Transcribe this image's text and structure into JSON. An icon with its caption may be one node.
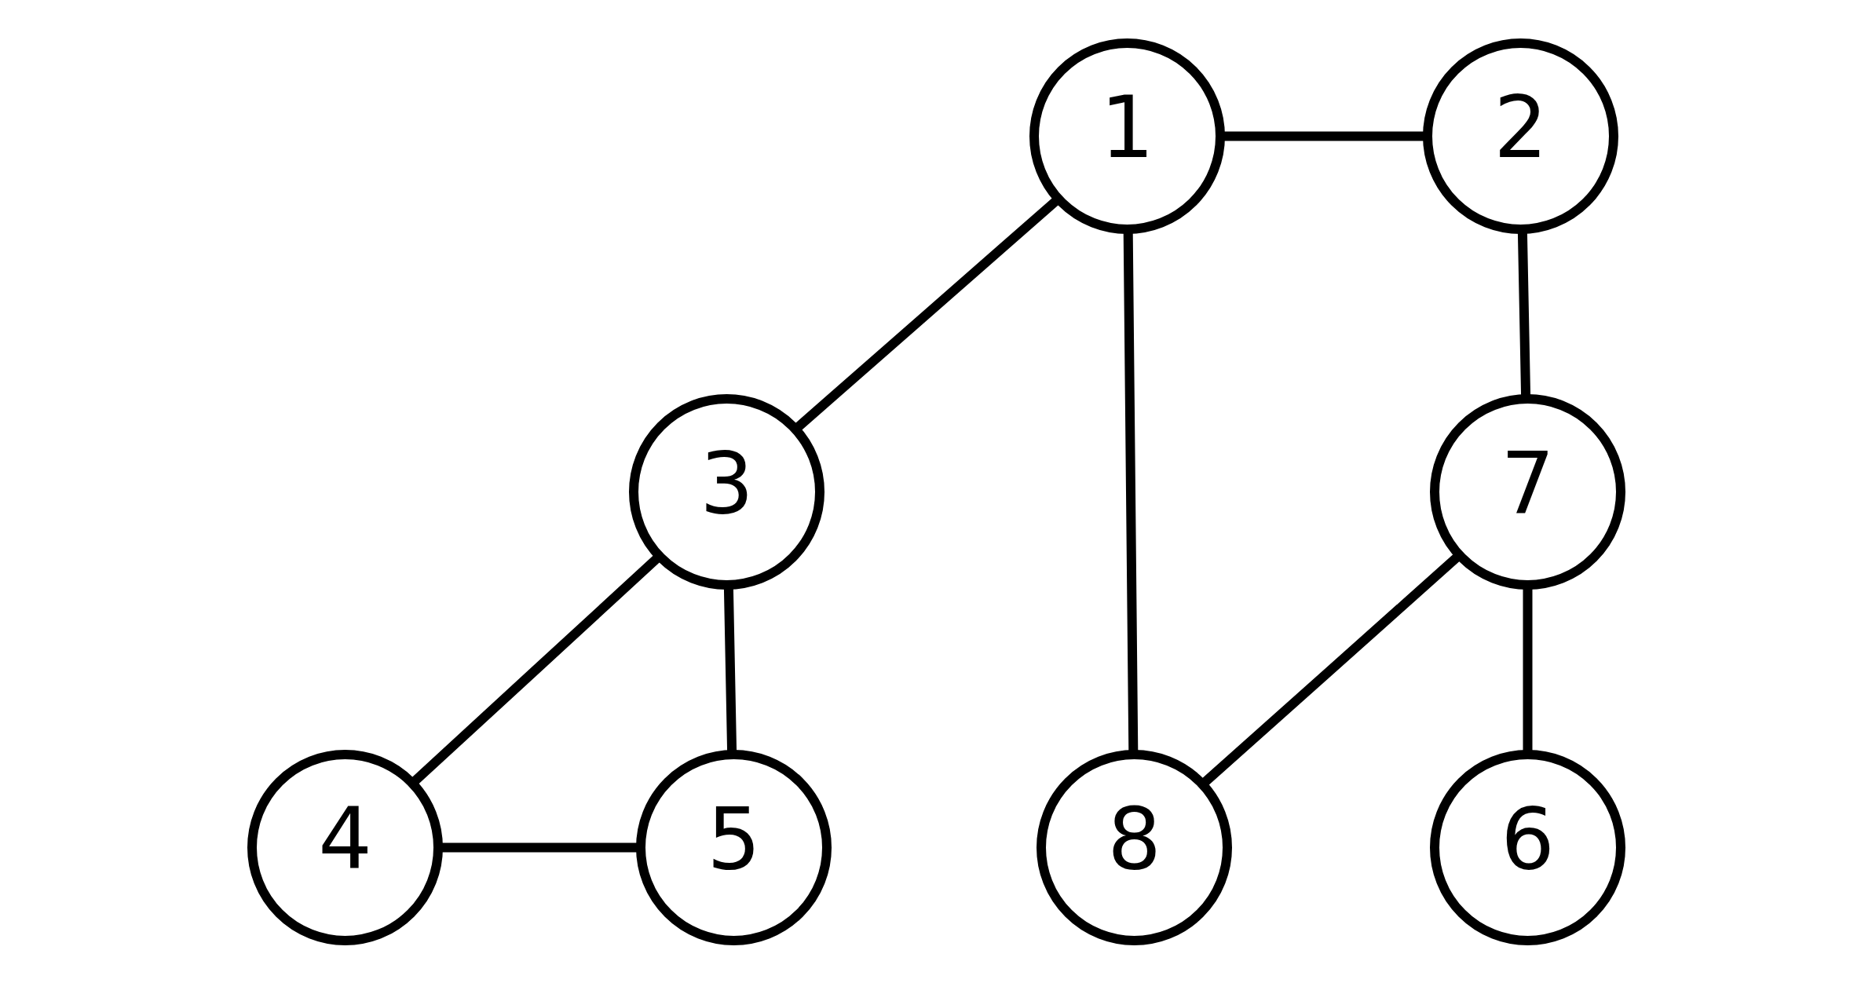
{
  "diagram": {
    "nodes": [
      {
        "text": [
          "1"
        ]
      },
      {
        "text": [
          "2"
        ]
      },
      {
        "text": [
          "3"
        ]
      },
      {
        "text": [
          "7"
        ]
      },
      {
        "text": [
          "4"
        ]
      },
      {
        "text": [
          "5"
        ]
      },
      {
        "text": [
          "8"
        ]
      },
      {
        "text": [
          "6"
        ]
      }
    ],
    "edges": [
      {
        "from": 0,
        "to": 1,
        "arrow": "none"
      },
      {
        "from": 0,
        "to": 2,
        "arrow": "none"
      },
      {
        "from": 0,
        "to": 6,
        "arrow": "none"
      },
      {
        "from": 1,
        "to": 3,
        "arrow": "none"
      },
      {
        "from": 2,
        "to": 4,
        "arrow": "none"
      },
      {
        "from": 2,
        "to": 5,
        "arrow": "none"
      },
      {
        "from": 4,
        "to": 5,
        "arrow": "none"
      },
      {
        "from": 3,
        "to": 6,
        "arrow": "none"
      },
      {
        "from": 3,
        "to": 7,
        "arrow": "none"
      }
    ]
  }
}
